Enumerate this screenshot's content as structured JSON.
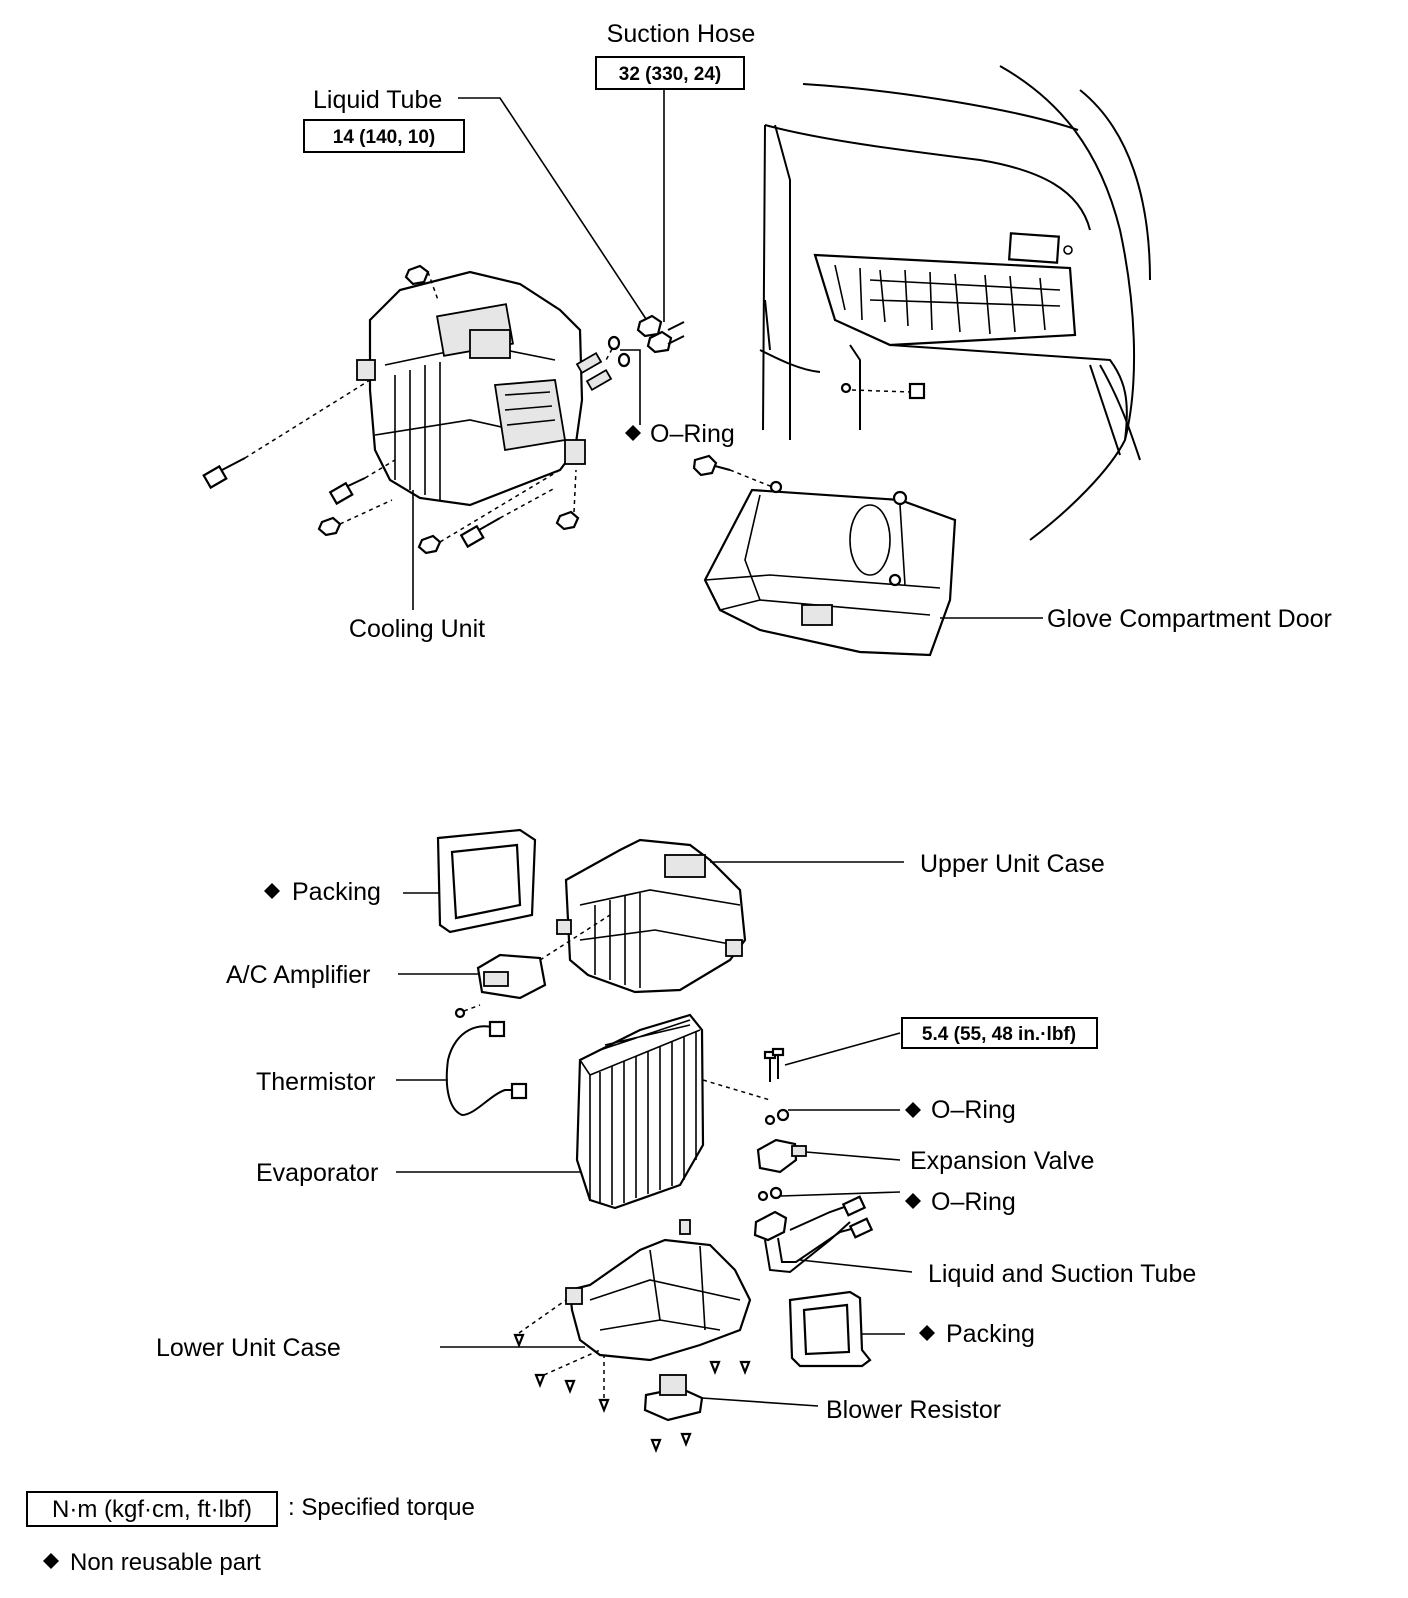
{
  "top_view": {
    "suction_hose": {
      "label": "Suction Hose",
      "torque": "32 (330, 24)"
    },
    "liquid_tube": {
      "label": "Liquid Tube",
      "torque": "14 (140, 10)"
    },
    "o_ring": "O–Ring",
    "cooling_unit": "Cooling Unit",
    "glove_compartment_door": "Glove Compartment Door"
  },
  "exploded_view": {
    "packing_top": "Packing",
    "upper_unit_case": "Upper Unit Case",
    "ac_amplifier": "A/C Amplifier",
    "torque_valve_bolt": "5.4 (55, 48 in.·lbf)",
    "thermistor": "Thermistor",
    "o_ring_upper": "O–Ring",
    "expansion_valve": "Expansion Valve",
    "evaporator": "Evaporator",
    "o_ring_lower": "O–Ring",
    "liquid_and_suction_tube": "Liquid and Suction Tube",
    "packing_bottom": "Packing",
    "lower_unit_case": "Lower Unit Case",
    "blower_resistor": "Blower Resistor"
  },
  "legend": {
    "torque_unit_box": "N·m (kgf·cm, ft·lbf)",
    "torque_text": ": Specified torque",
    "non_reusable_text": "Non reusable part"
  }
}
